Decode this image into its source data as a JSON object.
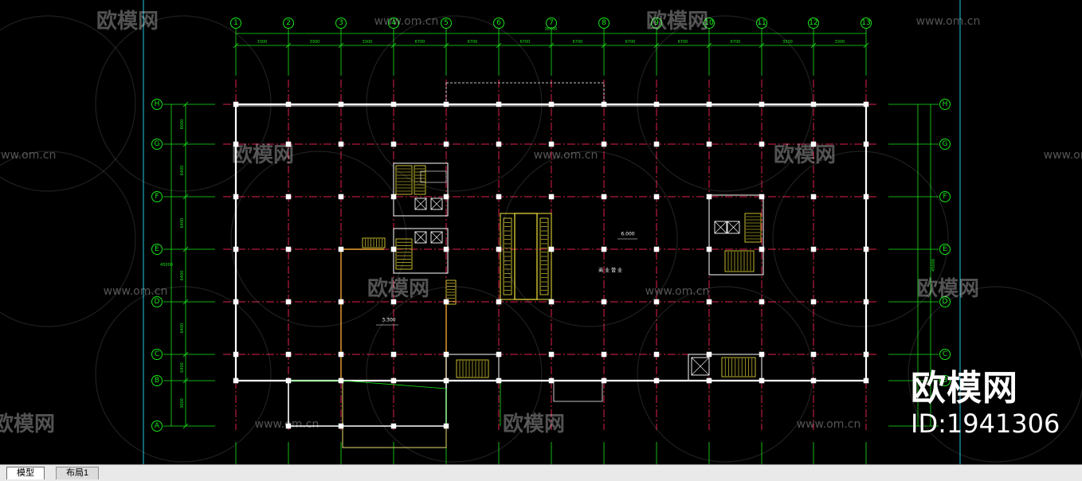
{
  "drawing": {
    "colors": {
      "axis_line": "#e0204a",
      "grid_green": "#19e619",
      "wall": "#ffffff",
      "stair": "#f5e63a",
      "column": "#ffffff",
      "frame_cyan": "#22c8e6",
      "extension": "#e8dc70"
    },
    "column_axes": [
      "1",
      "2",
      "3",
      "4",
      "5",
      "6",
      "7",
      "8",
      "9",
      "10",
      "11",
      "12",
      "13"
    ],
    "row_axes": [
      "H",
      "G",
      "F",
      "E",
      "D",
      "C",
      "B",
      "A"
    ],
    "top_dimensions": [
      "3300",
      "3300",
      "3300",
      "6700",
      "6700",
      "6700",
      "6700",
      "6700",
      "6700",
      "6700",
      "3300",
      "3300"
    ],
    "top_overall": "36700",
    "left_dimensions": [
      "8000",
      "6400",
      "6400",
      "6400",
      "6400",
      "6400",
      "3000",
      "6000"
    ],
    "left_overall": "45000",
    "right_overall": "45000",
    "level_labels": [
      "6.000",
      "3.300"
    ],
    "room_label": "商 业 营 业"
  },
  "watermark": {
    "logo_text": "欧模网",
    "url_text": "www.om.cn"
  },
  "badge": {
    "logo": "欧模网",
    "id": "ID:1941306"
  },
  "tabs": [
    {
      "label": "模型"
    },
    {
      "label": "布局1"
    }
  ]
}
